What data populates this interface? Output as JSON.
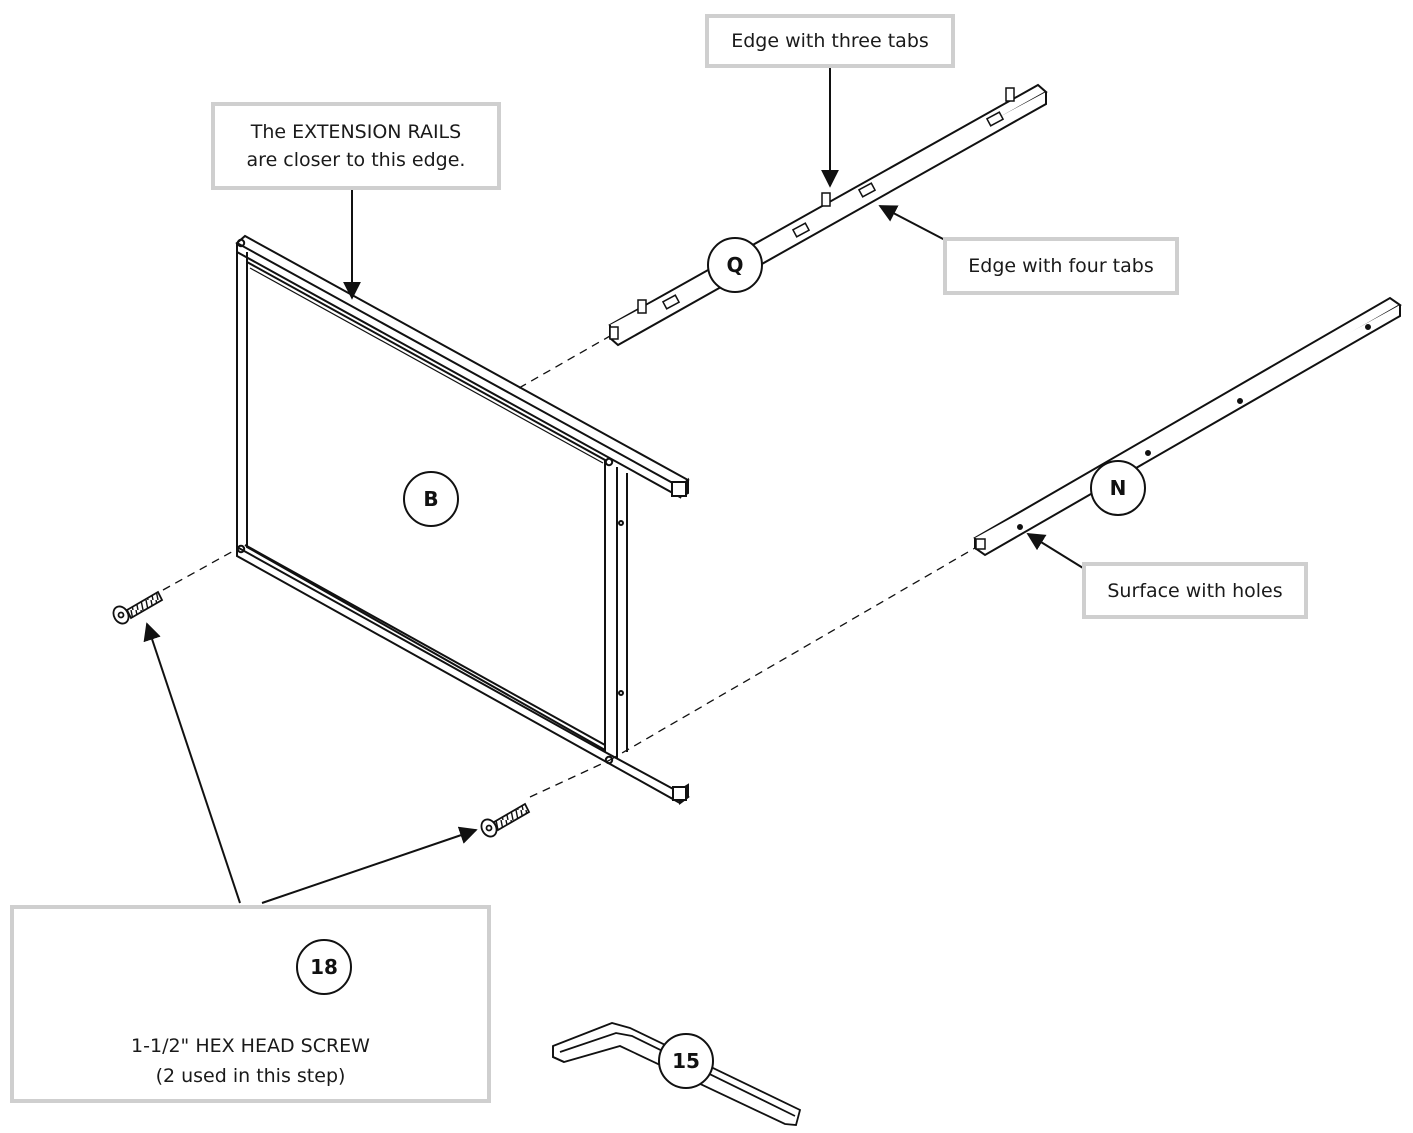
{
  "callouts": {
    "extension_rails_line1": "The EXTENSION RAILS",
    "extension_rails_line2": "are closer to this edge.",
    "three_tabs": "Edge with three tabs",
    "four_tabs": "Edge with four tabs",
    "surface_holes": "Surface with holes"
  },
  "parts": {
    "frame": "B",
    "rail_q": "Q",
    "rail_n": "N",
    "screw": "18",
    "hex_key": "15"
  },
  "legend": {
    "line1": "1-1/2\" HEX HEAD SCREW",
    "line2": "(2 used in this step)"
  },
  "colors": {
    "line": "#111111",
    "callout_border": "#cfcfcf",
    "background": "#ffffff"
  }
}
